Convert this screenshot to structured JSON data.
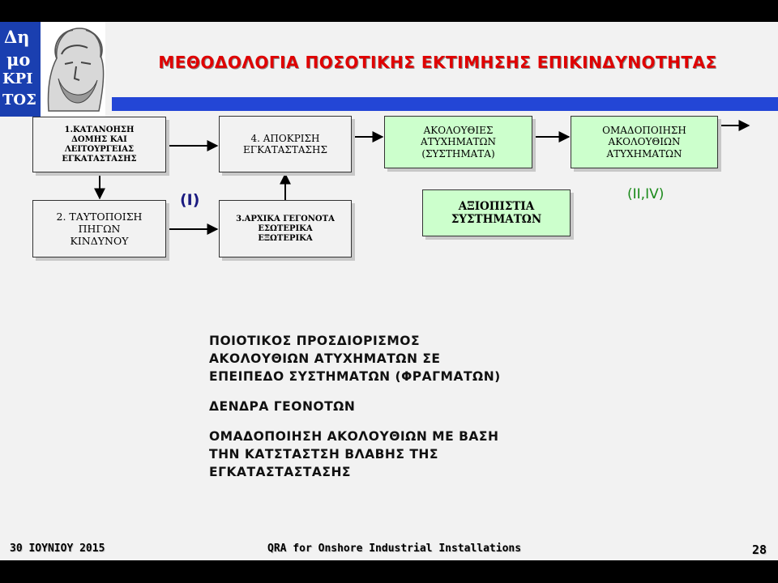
{
  "header": {
    "title": "ΜΕΘΟΔΟΛΟΓΙΑ ΠΟΣΟΤΙΚΗΣ ΕΚΤΙΜΗΣΗΣ ΕΠΙΚΙΝΔΥΝΟΤΗΤΑΣ",
    "logo_letters": [
      "Δη",
      "μο",
      "ΚΡΙ",
      "ΤΟΣ"
    ]
  },
  "colors": {
    "title": "#e00000",
    "bar": "#2346d6",
    "green_box": "#ccffcc",
    "tag_i": "#1a1a80",
    "tag_iiiv": "#1a8a1a"
  },
  "boxes": {
    "b1": "1.ΚΑΤΑΝΟΗΣΗ\nΔΟΜΗΣ ΚΑΙ\nΛΕΙΤΟΥΡΓΕΙΑΣ\nΕΓΚΑΤΑΣΤΑΣΗΣ",
    "b2": "2. ΤΑΥΤΟΠΟΙΣΗ\nΠΗΓΩΝ\nΚΙΝΔΥΝΟΥ",
    "b3": "3.ΑΡΧΙΚΑ ΓΕΓΟΝΟΤΑ\nΕΣΩΤΕΡΙΚΑ\nΕΞΩΤΕΡΙΚΑ",
    "b4": "4. ΑΠΟΚΡΙΣΗ\nΕΓΚΑΤΑΣΤΑΣΗΣ",
    "b5": "ΑΚΟΛΟΥΘΙΕΣ\nΑΤΥΧΗΜΑΤΩΝ\n(ΣΥΣΤΗΜΑΤΑ)",
    "b6": "ΟΜΑΔΟΠΟΙΗΣΗ\nΑΚΟΛΟΥΘΙΩΝ\nΑΤΥΧΗΜΑΤΩΝ",
    "b7": "ΑΞΙΟΠΙΣΤΙΑ\nΣΥΣΤΗΜΑΤΩΝ"
  },
  "tags": {
    "i": "(Ι)",
    "iiiv": "(ΙΙ,ΙV)"
  },
  "bullets": [
    "ΠΟΙΟΤΙΚΟΣ ΠΡΟΣΔΙΟΡΙΣΜΟΣ\nΑΚΟΛΟΥΘΙΩΝ ΑΤΥΧΗΜΑΤΩΝ ΣΕ\nΕΠΕΙΠΕΔΟ ΣΥΣΤΗΜΑΤΩΝ (ΦΡΑΓΜΑΤΩΝ)",
    "ΔΕΝΔΡΑ ΓΕΟΝΟΤΩΝ",
    "ΟΜΑΔΟΠΟΙΗΣΗ ΑΚΟΛΟΥΘΙΩΝ ΜΕ ΒΑΣΗ\nΤΗΝ ΚΑΤΣΤΑΣΤΣΗ ΒΛΑΒΗΣ ΤΗΣ\nΕΓΚΑΤΑΣΤΑΣΤΑΣΗΣ"
  ],
  "footer": {
    "date": "30 ΙΟΥΝΙΟΥ 2015",
    "center": "QRA for Onshore Industrial Installations",
    "page": "28"
  }
}
